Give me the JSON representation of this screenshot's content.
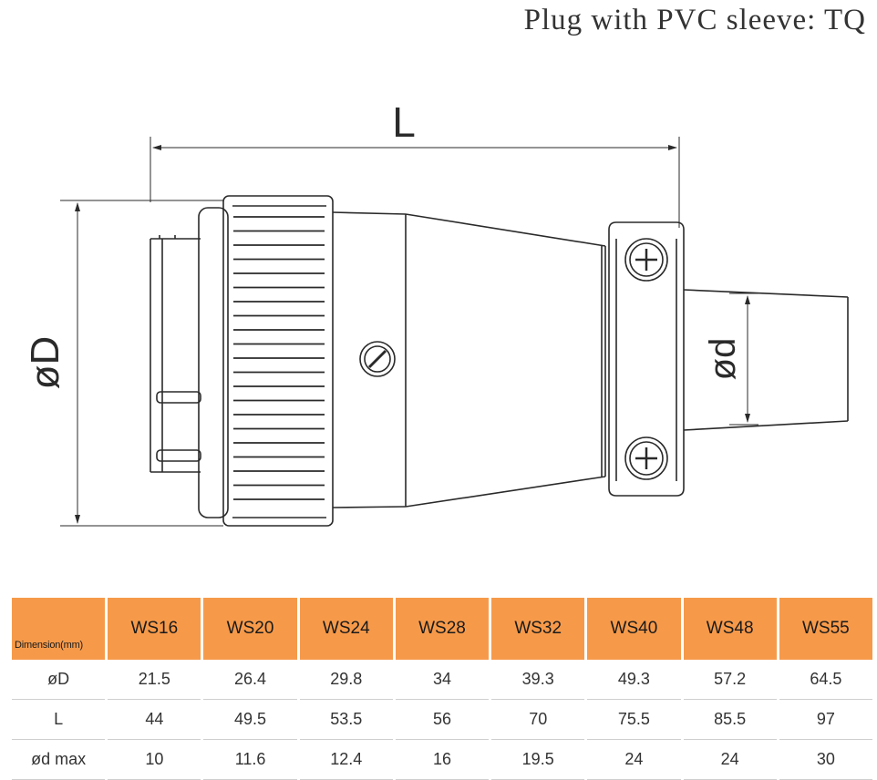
{
  "title": "Plug with PVC sleeve: TQ",
  "drawing": {
    "label_L": "L",
    "label_D": "øD",
    "label_d": "ød"
  },
  "table": {
    "corner": "Dimension(mm)",
    "columns": [
      "WS16",
      "WS20",
      "WS24",
      "WS28",
      "WS32",
      "WS40",
      "WS48",
      "WS55"
    ],
    "rows": [
      {
        "label": "øD",
        "values": [
          "21.5",
          "26.4",
          "29.8",
          "34",
          "39.3",
          "49.3",
          "57.2",
          "64.5"
        ]
      },
      {
        "label": "L",
        "values": [
          "44",
          "49.5",
          "53.5",
          "56",
          "70",
          "75.5",
          "85.5",
          "97"
        ]
      },
      {
        "label": "ød max",
        "values": [
          "10",
          "11.6",
          "12.4",
          "16",
          "19.5",
          "24",
          "24",
          "30"
        ]
      }
    ]
  },
  "colors": {
    "header": "#f69a4a",
    "line": "#2a2a2a"
  }
}
